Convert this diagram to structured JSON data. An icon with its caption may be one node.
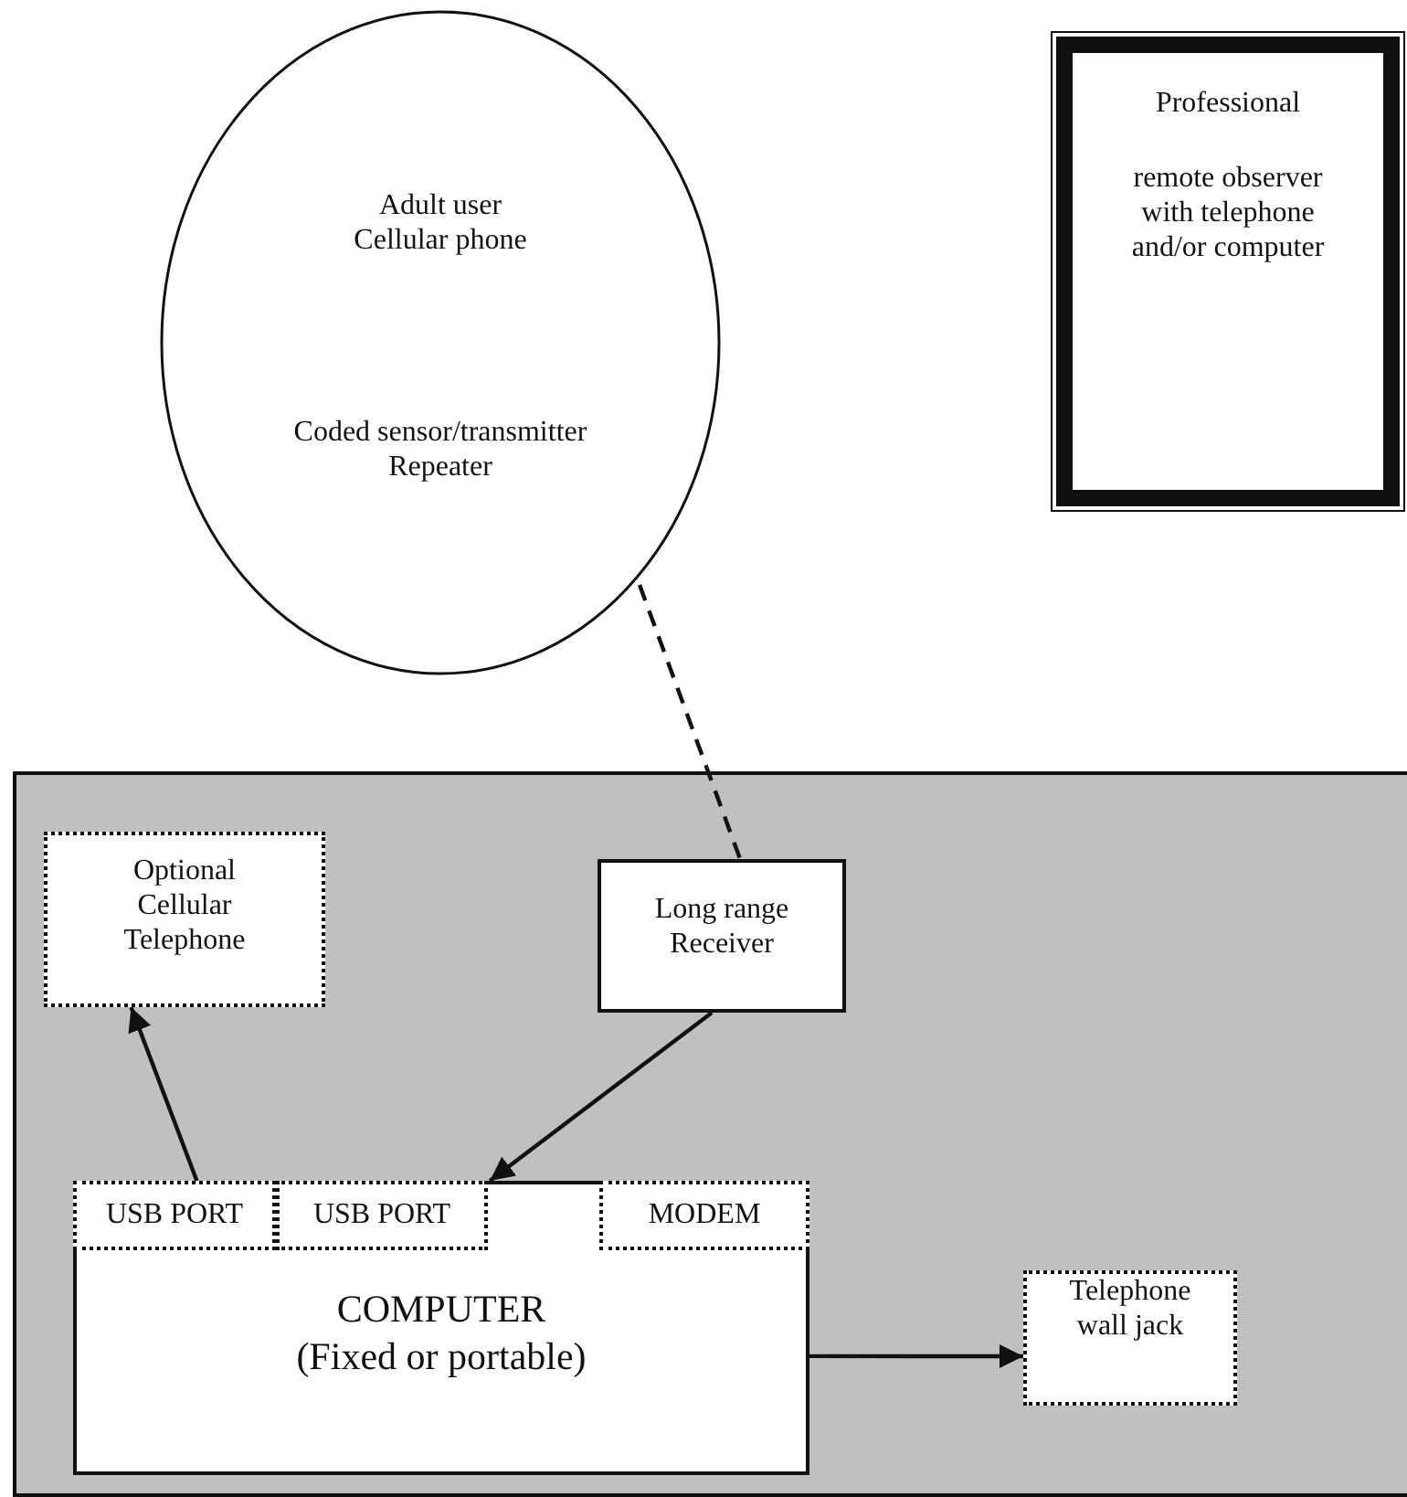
{
  "diagram": {
    "nodes": [
      {
        "text": [
          "Adult user Cellular phone",
          "Coded sensor/transmitter Repeater"
        ]
      },
      {
        "text": [
          "Professional",
          "remote observer with telephone and/or computer"
        ]
      },
      {
        "text": [],
        "shape": "box"
      },
      {
        "text": [
          "Optional Cellular Telephone"
        ],
        "in": 2
      },
      {
        "text": [
          "Long range Receiver"
        ],
        "in": 2
      },
      {
        "text": [
          "COMPUTER",
          "(Fixed or portable)"
        ],
        "in": 2
      },
      {
        "text": [
          "USB PORT"
        ],
        "in": 5
      },
      {
        "text": [
          "USB PORT"
        ],
        "in": 5
      },
      {
        "text": [
          "MODEM"
        ],
        "in": 5
      },
      {
        "text": [
          "Telephone wall jack"
        ],
        "in": 2
      }
    ],
    "edges": [
      {
        "from": 0,
        "to": 4,
        "arrow": "none",
        "style": "dashed"
      },
      {
        "from": 6,
        "to": 3,
        "arrow": "to"
      },
      {
        "from": 4,
        "to": 5,
        "arrow": "to"
      },
      {
        "from": 5,
        "to": 9,
        "arrow": "to"
      }
    ]
  }
}
